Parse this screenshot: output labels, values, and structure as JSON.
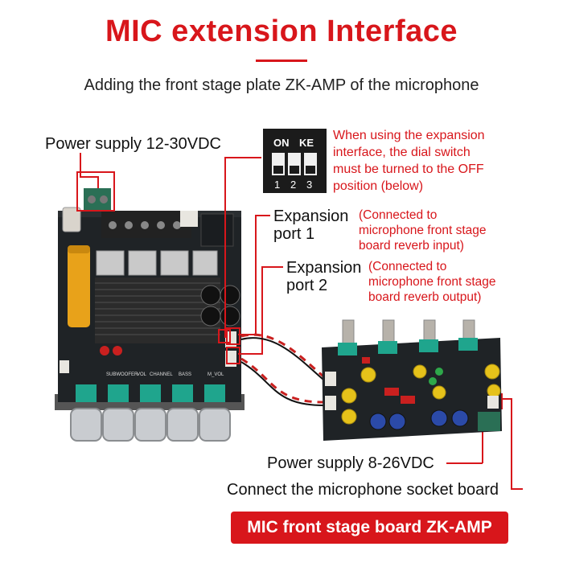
{
  "title": "MIC extension Interface",
  "subtitle": "Adding the front stage plate ZK-AMP of the microphone",
  "labels": {
    "power_main": "Power supply 12-30VDC",
    "dip_on": "ON",
    "dip_ke": "KE",
    "dip_nums": [
      "1",
      "2",
      "3"
    ],
    "dip_note": [
      "When using the expansion",
      "interface, the dial switch",
      "must be turned to the OFF",
      "position (below)"
    ],
    "exp1": [
      "Expansion",
      "port 1"
    ],
    "exp1_note": [
      "(Connected to",
      "microphone front stage",
      "board reverb input)"
    ],
    "exp2": [
      "Expansion",
      "port 2"
    ],
    "exp2_note": [
      "(Connected to",
      "microphone front stage",
      "board reverb output)"
    ],
    "power_small": "Power supply 8-26VDC",
    "connect": "Connect the microphone socket board",
    "bottom": "MIC front stage board ZK-AMP"
  },
  "silkscreen": [
    "SUBWOOFER",
    "VOL",
    "CHANNEL",
    "BASS",
    "M_VOL"
  ],
  "colors": {
    "accent": "#d8161b",
    "pcb": "#1f2326",
    "heatsink": "#2b2b2b"
  }
}
